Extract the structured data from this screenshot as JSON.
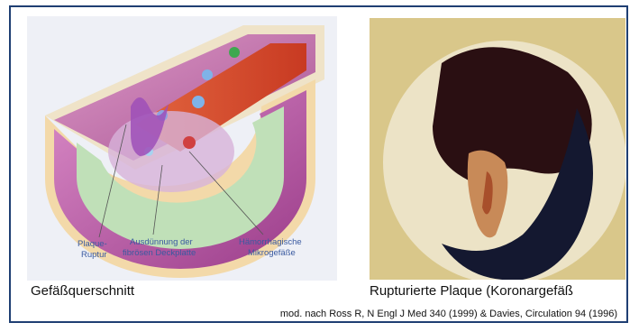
{
  "left_panel": {
    "caption": "Gefäßquerschnitt",
    "labels": {
      "plaque_1": "Plaque-",
      "plaque_2": "Ruptur",
      "thinning_1": "Ausdünnung der",
      "thinning_2": "fibrösen Deckplatte",
      "hemorrhagic_1": "Hämorrhagische",
      "hemorrhagic_2": "Mikrogefäße"
    }
  },
  "right_panel": {
    "caption": "Rupturierte Plaque (Koronargefäß"
  },
  "reference": "mod. nach Ross R, N Engl J Med 340 (1999) & Davies, Circulation 94 (1996)",
  "colors": {
    "frame": "#1f3f73",
    "label_text": "#3a5aa0",
    "vessel_wall": "#b44c9b",
    "blood": "#d94a2b"
  }
}
